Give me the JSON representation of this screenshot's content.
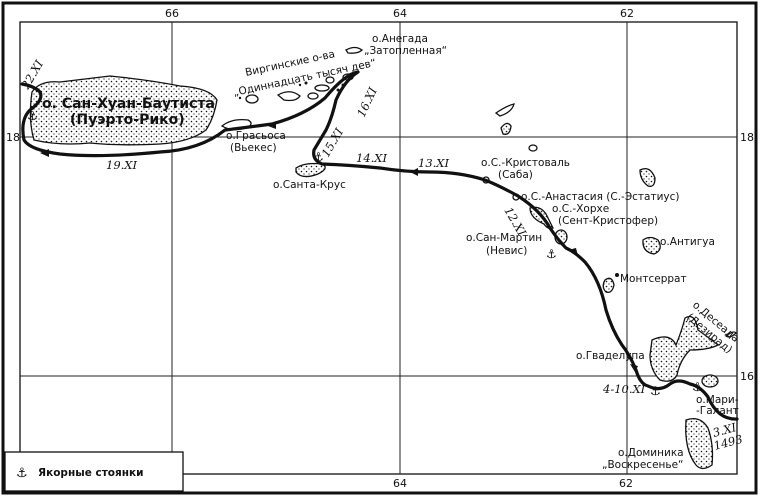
{
  "map": {
    "longitude_ticks": [
      "66",
      "64",
      "62"
    ],
    "latitude_ticks": [
      "18",
      "16"
    ],
    "islands": {
      "puerto_rico": [
        "о. Сан-Хуан-Баутиста",
        "(Пуэрто-Рико)"
      ],
      "vieques": [
        "о.Грасьоса",
        "(Вьекес)"
      ],
      "santa_cruz": "о.Санта-Крус",
      "virgin_islands": [
        "Виргинские о-ва",
        "„Одиннадцать тысяч дев“"
      ],
      "anegada": [
        "о.Анегада",
        "„Затопленная“"
      ],
      "saba": [
        "о.С.-Кристоваль",
        "(Саба)"
      ],
      "st_eustatius": "о.С.-Анастасия (С.-Эстатиус)",
      "st_kitts": [
        "о.С.-Хорхе",
        "(Сент-Кристофер)"
      ],
      "nevis": [
        "о.Сан-Мартин",
        "(Невис)"
      ],
      "antigua": "о.Антигуа",
      "montserrat": "Монтсеррат",
      "desirade": [
        "о.Десеада",
        "(Дезирад)"
      ],
      "guadeloupe": "о.Гваделупа",
      "marie_galante": [
        "о.Мари-",
        "-Галант"
      ],
      "dominica": [
        "о.Доминика",
        "„Воскресенье“"
      ]
    },
    "route_dates": [
      "3.XI",
      "1493",
      "4-10.XI",
      "12.XI",
      "13.XI",
      "14.XI",
      "15.XI",
      "16.XI",
      "19.XI",
      "22.XI"
    ],
    "legend": {
      "icon": "anchor-icon",
      "label": "Якорные стоянки"
    }
  }
}
